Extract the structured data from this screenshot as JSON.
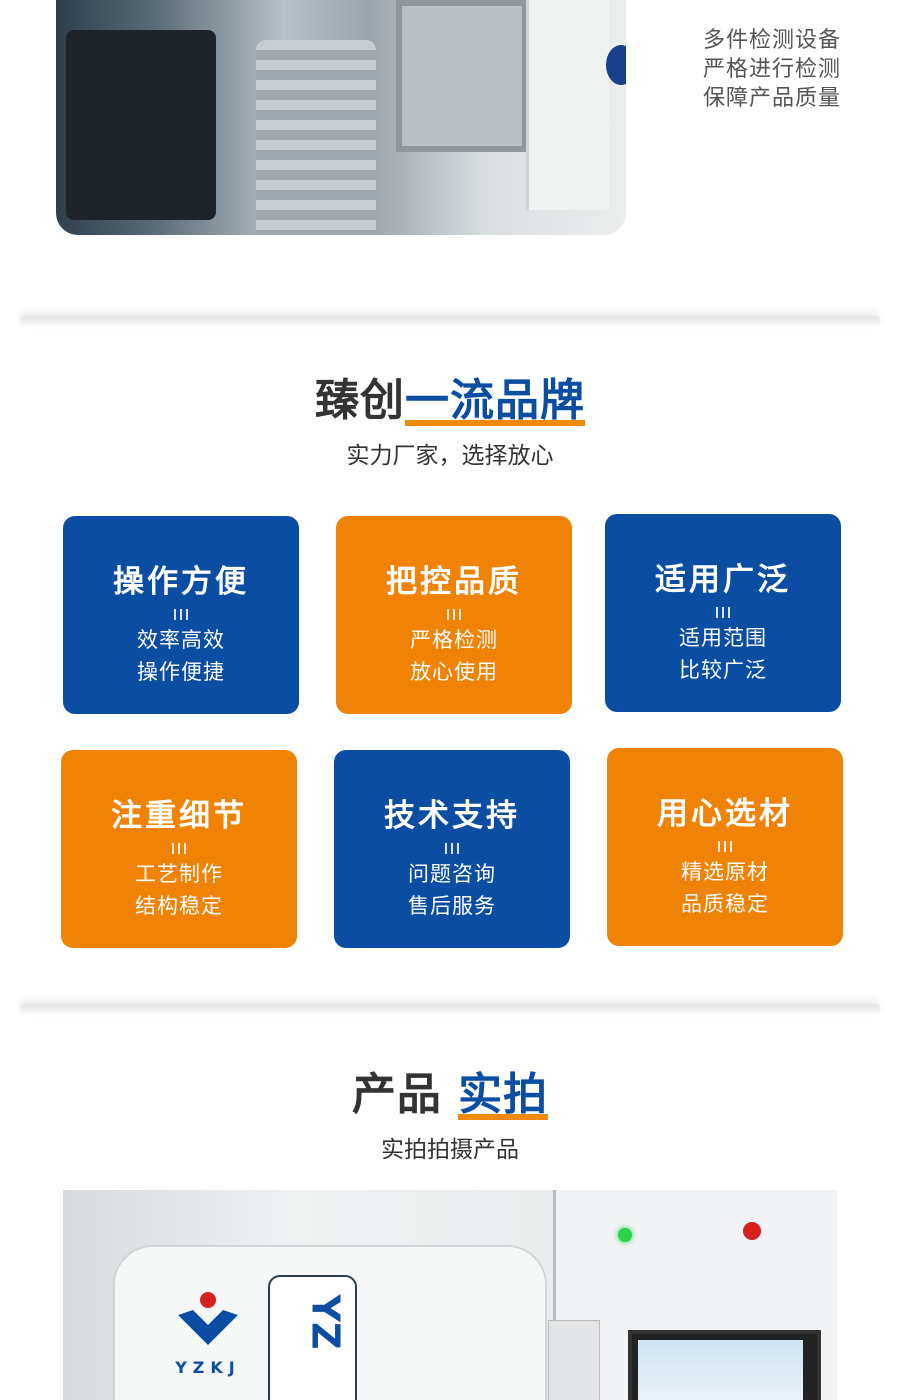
{
  "intro": {
    "lines": [
      "多件检测设备",
      "严格进行检测",
      "保障产品质量"
    ]
  },
  "brand_section": {
    "title_prefix": "臻创",
    "title_accent": "一流品牌",
    "subtitle": "实力厂家，选择放心"
  },
  "cards": [
    {
      "title": "操作方便",
      "line1": "效率高效",
      "line2": "操作便捷",
      "color": "#0a4da3"
    },
    {
      "title": "把控品质",
      "line1": "严格检测",
      "line2": "放心使用",
      "color": "#f08306"
    },
    {
      "title": "适用广泛",
      "line1": "适用范围",
      "line2": "比较广泛",
      "color": "#0a4da3"
    },
    {
      "title": "注重细节",
      "line1": "工艺制作",
      "line2": "结构稳定",
      "color": "#f08306"
    },
    {
      "title": "技术支持",
      "line1": "问题咨询",
      "line2": "售后服务",
      "color": "#0a4da3"
    },
    {
      "title": "用心选材",
      "line1": "精选原材",
      "line2": "品质稳定",
      "color": "#f08306"
    }
  ],
  "product_section": {
    "title_prefix": "产品",
    "title_accent": "实拍",
    "subtitle": "实拍拍摄产品"
  },
  "product_photo": {
    "logo_text": "YZKJ",
    "plate_text": "YZ"
  }
}
